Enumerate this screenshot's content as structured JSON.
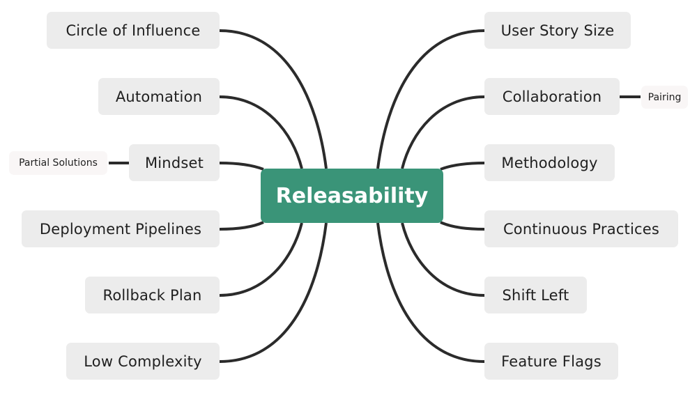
{
  "mindmap": {
    "center": {
      "label": "Releasability",
      "color": "#3a9478"
    },
    "left_branches": [
      {
        "label": "Circle of Influence"
      },
      {
        "label": "Automation"
      },
      {
        "label": "Mindset",
        "children": [
          {
            "label": "Partial Solutions"
          }
        ]
      },
      {
        "label": "Deployment Pipelines"
      },
      {
        "label": "Rollback Plan"
      },
      {
        "label": "Low Complexity"
      }
    ],
    "right_branches": [
      {
        "label": "User Story Size"
      },
      {
        "label": "Collaboration",
        "children": [
          {
            "label": "Pairing"
          }
        ]
      },
      {
        "label": "Methodology"
      },
      {
        "label": "Continuous Practices"
      },
      {
        "label": "Shift Left"
      },
      {
        "label": "Feature Flags"
      }
    ],
    "colors": {
      "node_background": "#ececec",
      "subnode_background": "#f9f6f6",
      "connector": "#2b2b2b",
      "text": "#1f1f1f",
      "center_text": "#ffffff"
    }
  }
}
